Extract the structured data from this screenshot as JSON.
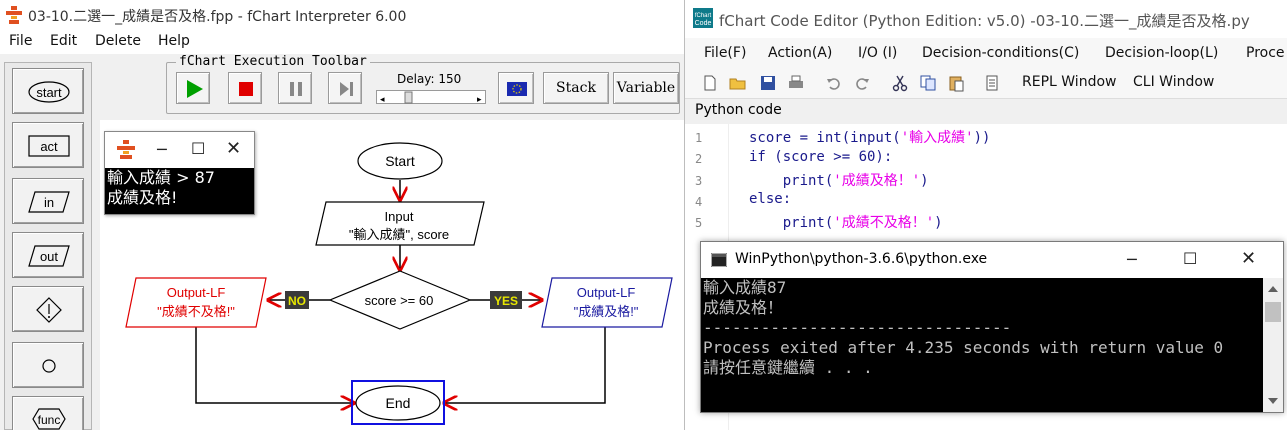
{
  "interpreter": {
    "title": "03-10.二選一_成績是否及格.fpp - fChart Interpreter 6.00",
    "menu": [
      "File",
      "Edit",
      "Delete",
      "Help"
    ],
    "toolbar_label": "fChart Execution Toolbar",
    "delay_label": "Delay: 150",
    "stack_label": "Stack",
    "variable_label": "Variable",
    "palette": [
      "start",
      "act",
      "in",
      "out",
      "func"
    ]
  },
  "mini_console": {
    "lines": [
      "輸入成績 > 87",
      "成績及格!"
    ]
  },
  "flowchart": {
    "start": "Start",
    "input_title": "Input",
    "input_body": "\"輸入成績\", score",
    "decision": "score >= 60",
    "no_label": "NO",
    "yes_label": "YES",
    "left_out_title": "Output-LF",
    "left_out_body": "\"成績不及格!\"",
    "right_out_title": "Output-LF",
    "right_out_body": "\"成績及格!\"",
    "end": "End"
  },
  "editor": {
    "title": "fChart Code Editor (Python Edition:  v5.0) -03-10.二選一_成績是否及格.py",
    "menu": [
      "File(F)",
      "Action(A)",
      "I/O (I)",
      "Decision-conditions(C)",
      "Decision-loop(L)",
      "Proce"
    ],
    "repl_label": "REPL Window",
    "cli_label": "CLI Window",
    "code_header": "Python code",
    "line_numbers": [
      "1",
      "2",
      "3",
      "4",
      "5"
    ],
    "code_lines": {
      "l1a": "score = int(input(",
      "l1s": "'輸入成績'",
      "l1b": "))",
      "l2": "if (score >= 60):",
      "l3a": "    print(",
      "l3s": "'成績及格！'",
      "l3b": ")",
      "l4": "else:",
      "l5a": "    print(",
      "l5s": "'成績不及格！'",
      "l5b": ")"
    }
  },
  "console": {
    "title": "WinPython\\python-3.6.6\\python.exe",
    "lines": [
      "輸入成績87",
      "成績及格！",
      "",
      "--------------------------------",
      "Process exited after 4.235 seconds with return value 0",
      "請按任意鍵繼續 . . ."
    ]
  },
  "colors": {
    "accent_red": "#e00000",
    "accent_blue": "#1a1aa0",
    "end_border": "#1010e0",
    "string": "#e800e8",
    "label_bg": "#3a3a3a",
    "label_fg": "#e6e600"
  }
}
